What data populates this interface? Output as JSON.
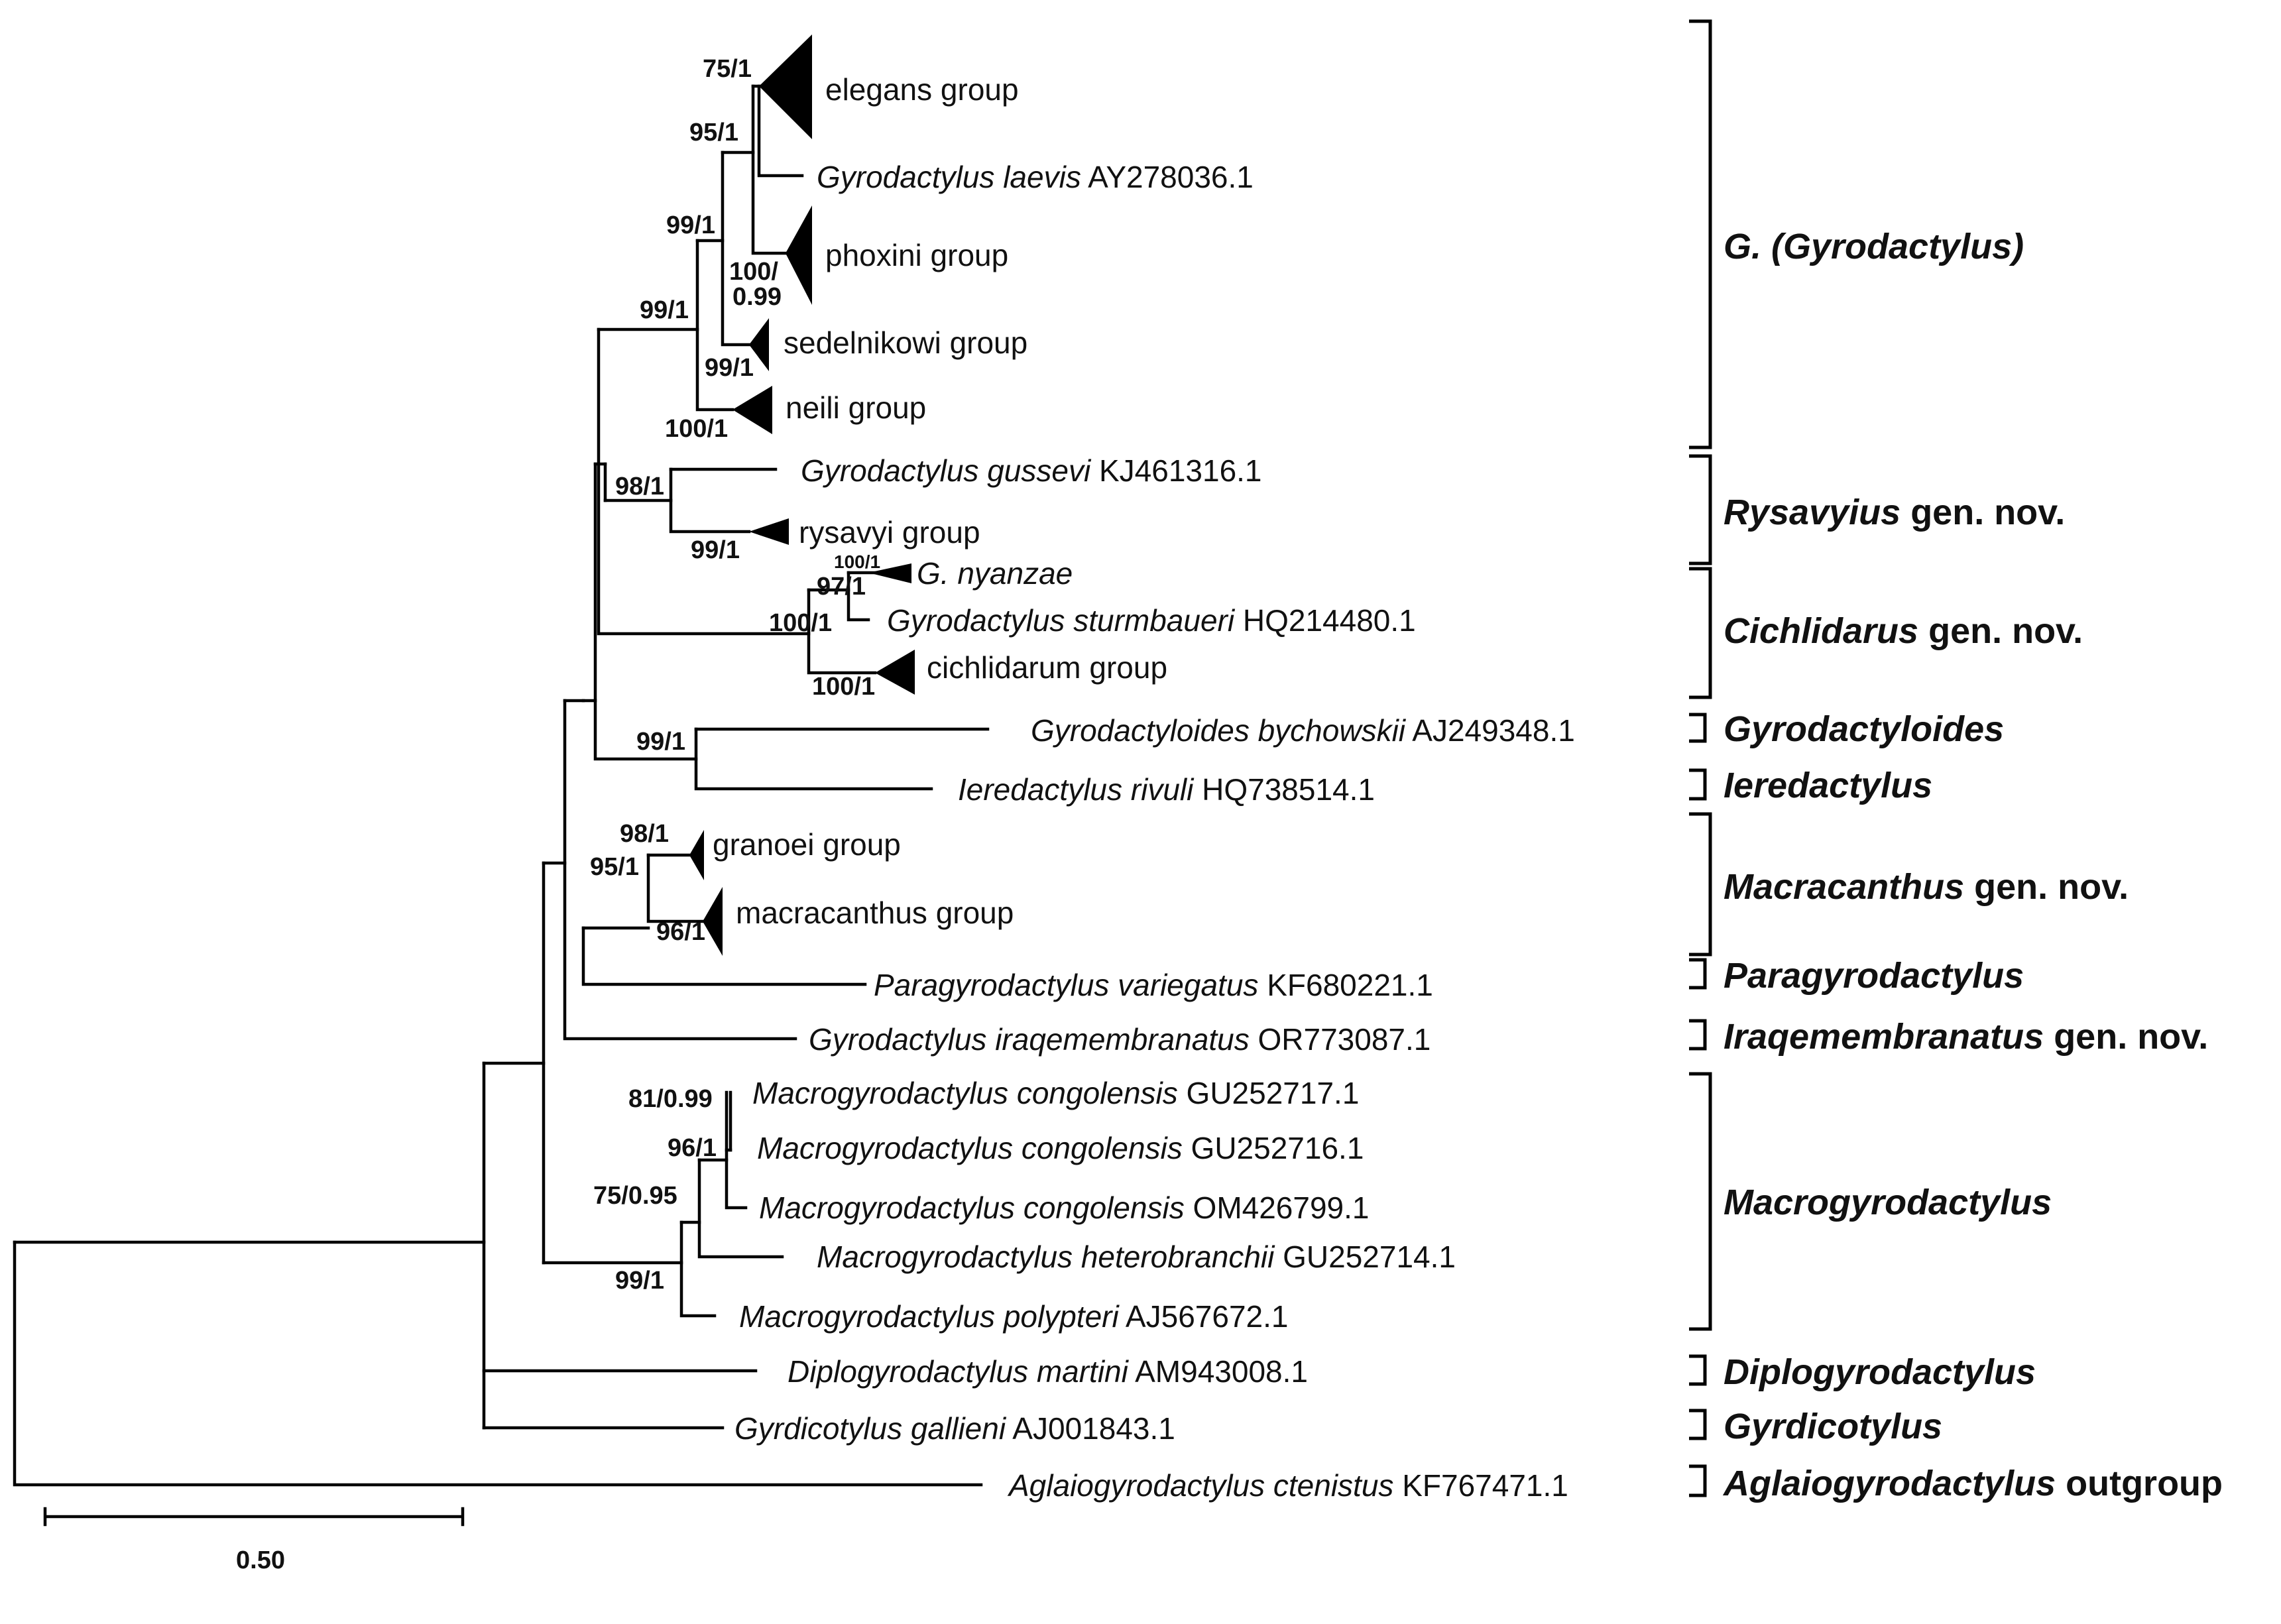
{
  "tips": [
    {
      "id": "elegans",
      "genus": "",
      "rest": "elegans group"
    },
    {
      "id": "laevis",
      "genus": "Gyrodactylus laevis",
      "rest": " AY278036.1"
    },
    {
      "id": "phoxini",
      "genus": "",
      "rest": "phoxini group"
    },
    {
      "id": "sedelnikowi",
      "genus": "",
      "rest": "sedelnikowi group"
    },
    {
      "id": "neili",
      "genus": "",
      "rest": "neili group"
    },
    {
      "id": "gussevi",
      "genus": "Gyrodactylus gussevi",
      "rest": " KJ461316.1"
    },
    {
      "id": "rysavyi",
      "genus": "",
      "rest": "rysavyi group"
    },
    {
      "id": "nyanzae",
      "genus": "G. nyanzae",
      "rest": ""
    },
    {
      "id": "sturmbaueri",
      "genus": "Gyrodactylus sturmbaueri",
      "rest": " HQ214480.1"
    },
    {
      "id": "cichlidarum",
      "genus": "",
      "rest": "cichlidarum group"
    },
    {
      "id": "bychowskii",
      "genus": "Gyrodactyloides bychowskii",
      "rest": " AJ249348.1"
    },
    {
      "id": "rivuli",
      "genus": "Ieredactylus rivuli",
      "rest": " HQ738514.1"
    },
    {
      "id": "granoei",
      "genus": "",
      "rest": "granoei group"
    },
    {
      "id": "macracanthus",
      "genus": "",
      "rest": "macracanthus group"
    },
    {
      "id": "variegatus",
      "genus": "Paragyrodactylus variegatus",
      "rest": " KF680221.1"
    },
    {
      "id": "iraqemembranatus",
      "genus": "Gyrodactylus iraqemembranatus",
      "rest": " OR773087.1"
    },
    {
      "id": "cong1",
      "genus": "Macrogyrodactylus congolensis",
      "rest": " GU252717.1"
    },
    {
      "id": "cong2",
      "genus": "Macrogyrodactylus congolensis",
      "rest": " GU252716.1"
    },
    {
      "id": "cong3",
      "genus": "Macrogyrodactylus congolensis",
      "rest": " OM426799.1"
    },
    {
      "id": "heterobranchii",
      "genus": "Macrogyrodactylus heterobranchii",
      "rest": " GU252714.1"
    },
    {
      "id": "polypteri",
      "genus": "Macrogyrodactylus polypteri",
      "rest": " AJ567672.1"
    },
    {
      "id": "martini",
      "genus": "Diplogyrodactylus martini",
      "rest": " AM943008.1"
    },
    {
      "id": "gallieni",
      "genus": "Gyrdicotylus gallieni",
      "rest": " AJ001843.1"
    },
    {
      "id": "ctenistus",
      "genus": "Aglaiogyrodactylus ctenistus",
      "rest": " KF767471.1"
    }
  ],
  "support": [
    {
      "id": "s_elegans",
      "text": "75/1",
      "size": "big"
    },
    {
      "id": "s_eleg_laev",
      "text": "95/1",
      "size": "big"
    },
    {
      "id": "s_phox",
      "text": "99/1",
      "size": "big"
    },
    {
      "id": "s_phox_a",
      "text": "100/",
      "size": "big"
    },
    {
      "id": "s_phox_b",
      "text": "0.99",
      "size": "big"
    },
    {
      "id": "s_gyro_core",
      "text": "99/1",
      "size": "big"
    },
    {
      "id": "s_sedel",
      "text": "99/1",
      "size": "big"
    },
    {
      "id": "s_neili",
      "text": "100/1",
      "size": "big"
    },
    {
      "id": "s_rysav",
      "text": "98/1",
      "size": "big"
    },
    {
      "id": "s_rysav2",
      "text": "99/1",
      "size": "big"
    },
    {
      "id": "s_nyan",
      "text": "100/1",
      "size": "small"
    },
    {
      "id": "s_nyan2",
      "text": "97/1",
      "size": "big"
    },
    {
      "id": "s_cich",
      "text": "100/1",
      "size": "big"
    },
    {
      "id": "s_cich2",
      "text": "100/1",
      "size": "big"
    },
    {
      "id": "s_gyroides",
      "text": "99/1",
      "size": "big"
    },
    {
      "id": "s_granoei",
      "text": "98/1",
      "size": "big"
    },
    {
      "id": "s_macra",
      "text": "95/1",
      "size": "big"
    },
    {
      "id": "s_macra2",
      "text": "96/1",
      "size": "big"
    },
    {
      "id": "s_cong",
      "text": "81/0.99",
      "size": "big"
    },
    {
      "id": "s_cong2",
      "text": "96/1",
      "size": "big"
    },
    {
      "id": "s_macro",
      "text": "75/0.95",
      "size": "big"
    },
    {
      "id": "s_macro2",
      "text": "99/1",
      "size": "big"
    }
  ],
  "clades": [
    {
      "id": "gyrodactylus",
      "name": "G. (Gyrodactylus)",
      "suffix": ""
    },
    {
      "id": "rysavyius",
      "name": "Rysavyius",
      "suffix": " gen. nov."
    },
    {
      "id": "cichlidarus",
      "name": "Cichlidarus",
      "suffix": " gen. nov."
    },
    {
      "id": "gyrodactyloides",
      "name": "Gyrodactyloides",
      "suffix": ""
    },
    {
      "id": "ieredactylus",
      "name": "Ieredactylus",
      "suffix": ""
    },
    {
      "id": "macracanthus",
      "name": "Macracanthus",
      "suffix": " gen. nov."
    },
    {
      "id": "paragyrodactylus",
      "name": "Paragyrodactylus",
      "suffix": ""
    },
    {
      "id": "iraqemembranatus",
      "name": "Iraqemembranatus",
      "suffix": " gen. nov."
    },
    {
      "id": "macrogyrodactylus",
      "name": "Macrogyrodactylus",
      "suffix": ""
    },
    {
      "id": "diplogyrodactylus",
      "name": "Diplogyrodactylus",
      "suffix": ""
    },
    {
      "id": "gyrdicotylus",
      "name": "Gyrdicotylus",
      "suffix": ""
    },
    {
      "id": "aglaiogyrodactylus",
      "name": "Aglaiogyrodactylus",
      "suffix": " outgroup"
    }
  ],
  "scale_bar": {
    "label": "0.50"
  }
}
